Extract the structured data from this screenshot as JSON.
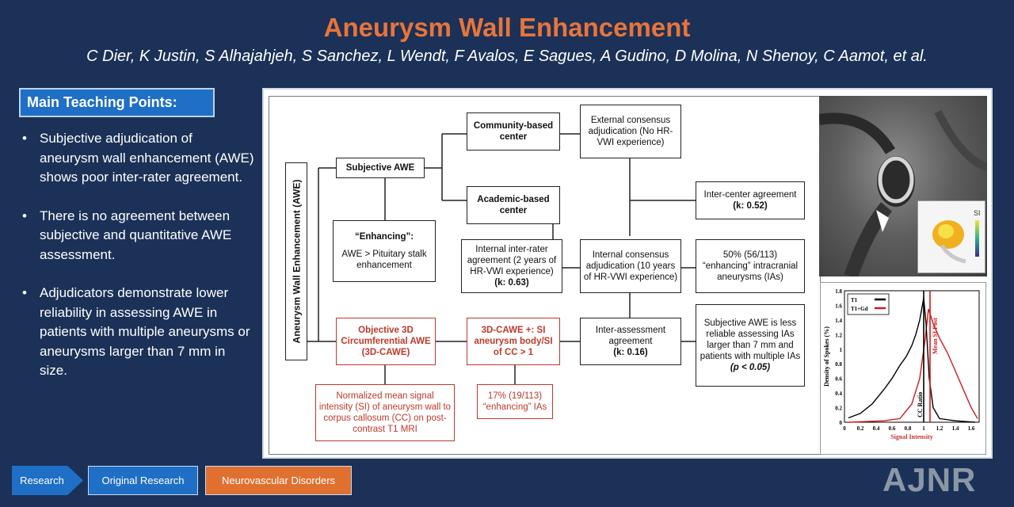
{
  "header": {
    "title": "Aneurysm Wall Enhancement",
    "authors": "C Dier, K Justin, S Alhajahjeh, S Sanchez, L Wendt, F Avalos, E Sagues, A Gudino, D Molina, N Shenoy, C Aamot, et al."
  },
  "teaching": {
    "header": "Main Teaching Points:",
    "points": [
      "Subjective adjudication of aneurysm wall enhancement (AWE) shows poor inter-rater agreement.",
      "There is no agreement between subjective and quantitative AWE assessment.",
      "Adjudicators demonstrate lower reliability in assessing AWE in patients with multiple aneurysms or aneurysms larger than 7 mm in size."
    ]
  },
  "flowchart": {
    "root": "Aneurysm Wall Enhancement (AWE)",
    "subjective": "Subjective AWE",
    "enhancing_title": "“Enhancing”:",
    "enhancing_body": "AWE > Pituitary stalk enhancement",
    "community": "Community-based center",
    "academic": "Academic-based center",
    "external": "External consensus adjudication (No HR-VWI experience)",
    "intercenter": "Inter-center agreement",
    "intercenter_k": "(k: 0.52)",
    "internal_rater": "Internal inter-rater agreement (2 years of HR-VWI experience)",
    "internal_rater_k": "(k: 0.63)",
    "internal_consensus": "Internal consensus adjudication (10 years of HR-VWI experience)",
    "fifty_pct": "50% (56/113) “enhancing” intracranial aneurysms (IAs)",
    "objective": "Objective 3D Circumferential AWE (3D-CAWE)",
    "cawe_plus": "3D-CAWE +: SI aneurysm body/SI of CC > 1",
    "inter_assessment": "Inter-assessment agreement",
    "inter_assessment_k": "(k: 0.16)",
    "less_reliable": "Subjective AWE is less reliable assessing IAs larger than 7 mm and patients with multiple IAs",
    "less_reliable_p": "(p < 0.05)",
    "normalized": "Normalized mean signal intensity (SI) of aneurysm wall to corpus callosum (CC) on post-contrast T1 MRI",
    "seventeen_pct": "17% (19/113) “enhancing” IAs"
  },
  "mri": {
    "si_label": "SI"
  },
  "plot": {
    "ylabel": "Density of Spokes (%)",
    "xlabel": "Signal Intensity",
    "legend_t1": "T1",
    "legend_t1gd": "T1+Gd",
    "cc_label": "CC Ratio",
    "mean_label": "Mean SI Post",
    "y_ticks": [
      "1.8",
      "1.6",
      "1.4",
      "1.2",
      "1",
      "0.8",
      "0.6",
      "0.4",
      "0.2",
      "0"
    ],
    "x_ticks": [
      "0",
      "0.2",
      "0.4",
      "0.6",
      "0.8",
      "1",
      "1.2",
      "1.4",
      "1.6"
    ],
    "colors": {
      "t1": "#000000",
      "t1gd": "#d11a1a"
    }
  },
  "tags": {
    "research": "Research",
    "original": "Original Research",
    "neuro": "Neurovascular Disorders"
  },
  "logo": "AJNR"
}
